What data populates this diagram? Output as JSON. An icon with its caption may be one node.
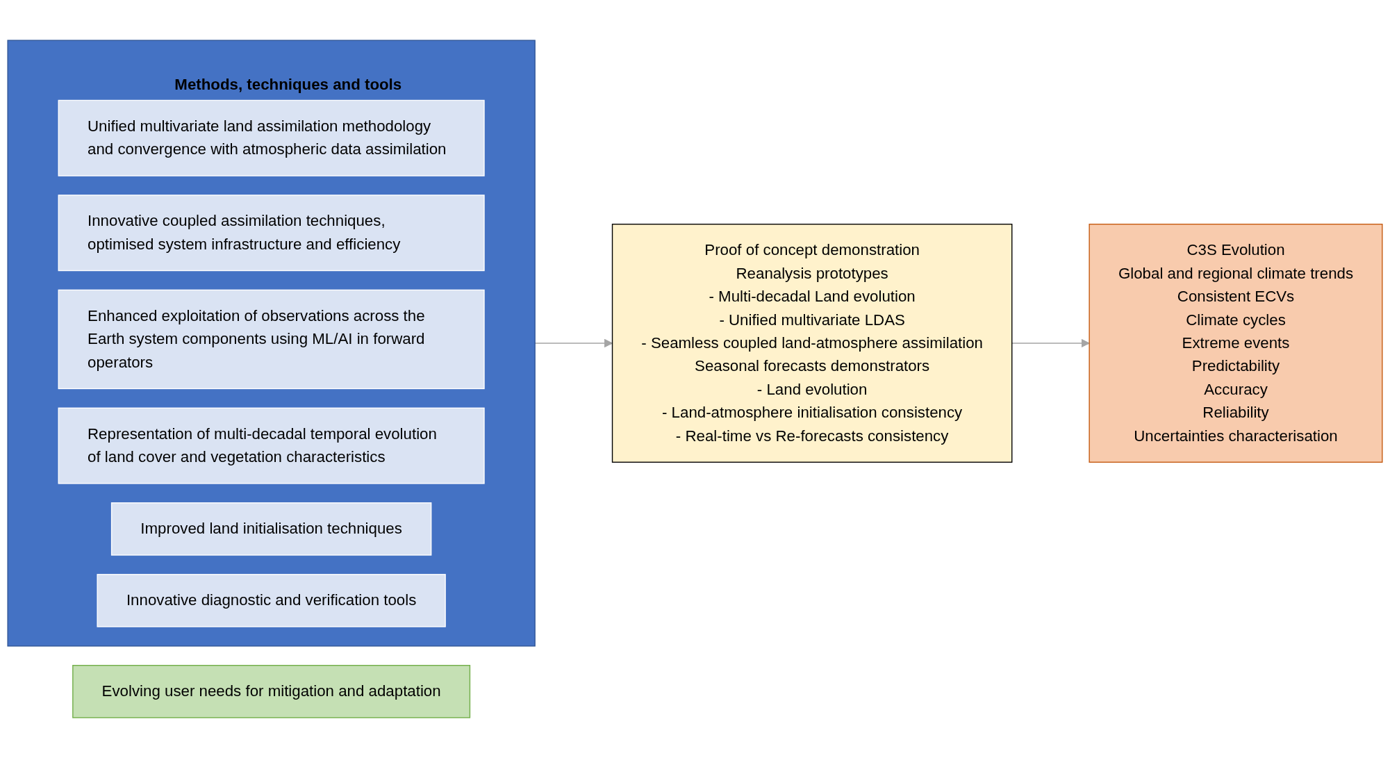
{
  "diagram": {
    "nodes": [
      {
        "text": [
          "Methods, techniques and tools"
        ]
      },
      {
        "text": [
          "Unified multivariate land assimilation methodology and convergence with atmospheric data assimilation"
        ],
        "in": 0
      },
      {
        "text": [
          "Innovative coupled assimilation techniques, optimised system infrastructure and efficiency"
        ],
        "in": 0
      },
      {
        "text": [
          "Enhanced exploitation of observations across the Earth system components using ML/AI in forward operators"
        ],
        "in": 0
      },
      {
        "text": [
          "Representation of multi-decadal temporal evolution of land cover and vegetation characteristics"
        ],
        "in": 0
      },
      {
        "text": [
          "Improved land initialisation techniques"
        ],
        "in": 0
      },
      {
        "text": [
          "Innovative diagnostic and verification tools"
        ],
        "in": 0
      },
      {
        "text": [
          "Proof of concept demonstration",
          "Reanalysis prototypes",
          "- Multi-decadal Land evolution",
          "- Unified multivariate LDAS",
          "- Seamless coupled land-atmosphere assimilation",
          "Seasonal forecasts demonstrators",
          "- Land evolution",
          "- Land-atmosphere initialisation consistency",
          "- Real-time vs Re-forecasts consistency"
        ]
      },
      {
        "text": [
          "C3S Evolution",
          "Global and regional climate trends",
          "Consistent ECVs",
          "Climate cycles",
          "Extreme events",
          "Predictability",
          "Accuracy",
          "Reliability",
          "Uncertainties characterisation"
        ]
      },
      {
        "text": [
          "Evolving user needs for mitigation and adaptation"
        ]
      }
    ],
    "edges": [
      {
        "from": 0,
        "to": 7,
        "arrow": "to"
      },
      {
        "from": 7,
        "to": 8,
        "arrow": "to"
      }
    ]
  }
}
